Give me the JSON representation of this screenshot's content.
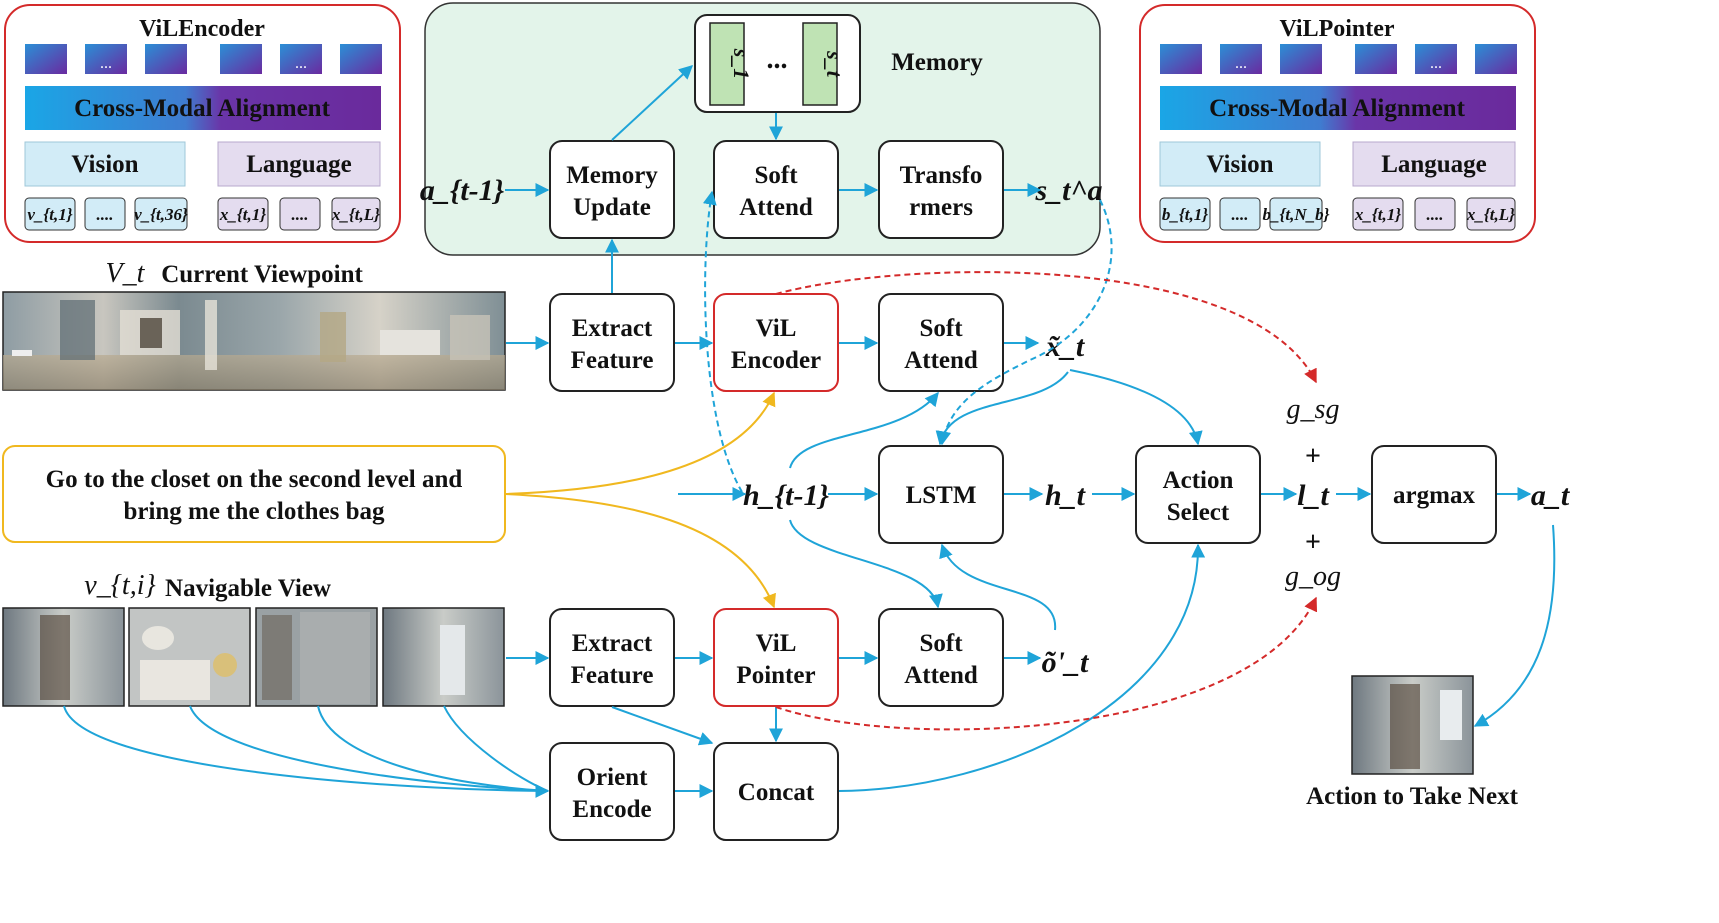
{
  "vil_encoder": {
    "title": "ViLEncoder",
    "ellipsis": "...",
    "alignment": "Cross-Modal Alignment",
    "vision": "Vision",
    "language": "Language",
    "tokens": [
      "v_{t,1}",
      "....",
      "v_{t,36}",
      "x_{t,1}",
      "....",
      "x_{t,L}"
    ]
  },
  "vil_pointer": {
    "title": "ViLPointer",
    "ellipsis": "...",
    "alignment": "Cross-Modal Alignment",
    "vision": "Vision",
    "language": "Language",
    "tokens": [
      "b_{t,1}",
      "....",
      "b_{t,N_b}",
      "x_{t,1}",
      "....",
      "x_{t,L}"
    ]
  },
  "memory": {
    "label": "Memory",
    "slot_first": "s_1",
    "slot_dots": "...",
    "slot_last": "s_t",
    "update": [
      "Memory",
      "Update"
    ],
    "soft_attend": [
      "Soft",
      "Attend"
    ],
    "transformers": [
      "Transfo",
      "rmers"
    ],
    "input": "a_{t-1}",
    "output": "s_t^a"
  },
  "viewpoint": {
    "symbol": "V_t",
    "label": "Current Viewpoint"
  },
  "navigable": {
    "symbol": "v_{t,i}",
    "label": "Navigable View"
  },
  "instruction": [
    "Go to the closet on the second level and",
    "bring me the clothes bag"
  ],
  "blocks": {
    "extract_feature": [
      "Extract",
      "Feature"
    ],
    "vil_encoder": [
      "ViL",
      "Encoder"
    ],
    "soft_attend": [
      "Soft",
      "Attend"
    ],
    "lstm": "LSTM",
    "action_select": [
      "Action",
      "Select"
    ],
    "argmax": "argmax",
    "vil_pointer": [
      "ViL",
      "Pointer"
    ],
    "orient_encode": [
      "Orient",
      "Encode"
    ],
    "concat": "Concat"
  },
  "symbols": {
    "x_tilde": "x̃_t",
    "h_prev": "h_{t-1}",
    "h_t": "h_t",
    "o_tilde": "õ'_t",
    "g_sg": "g_sg",
    "plus": "+",
    "l_t": "l_t",
    "g_og": "g_og",
    "a_t": "a_t"
  },
  "next_action_caption": "Action to Take Next",
  "colors": {
    "arrow": "#1fa4d8",
    "red_box": "#d42a2a",
    "gold": "#f0b81f",
    "memory_panel": "#e3f4ea",
    "vision_box": "#d2ecf7",
    "language_box": "#e4dcef",
    "memory_slot": "#bfe3b4"
  }
}
